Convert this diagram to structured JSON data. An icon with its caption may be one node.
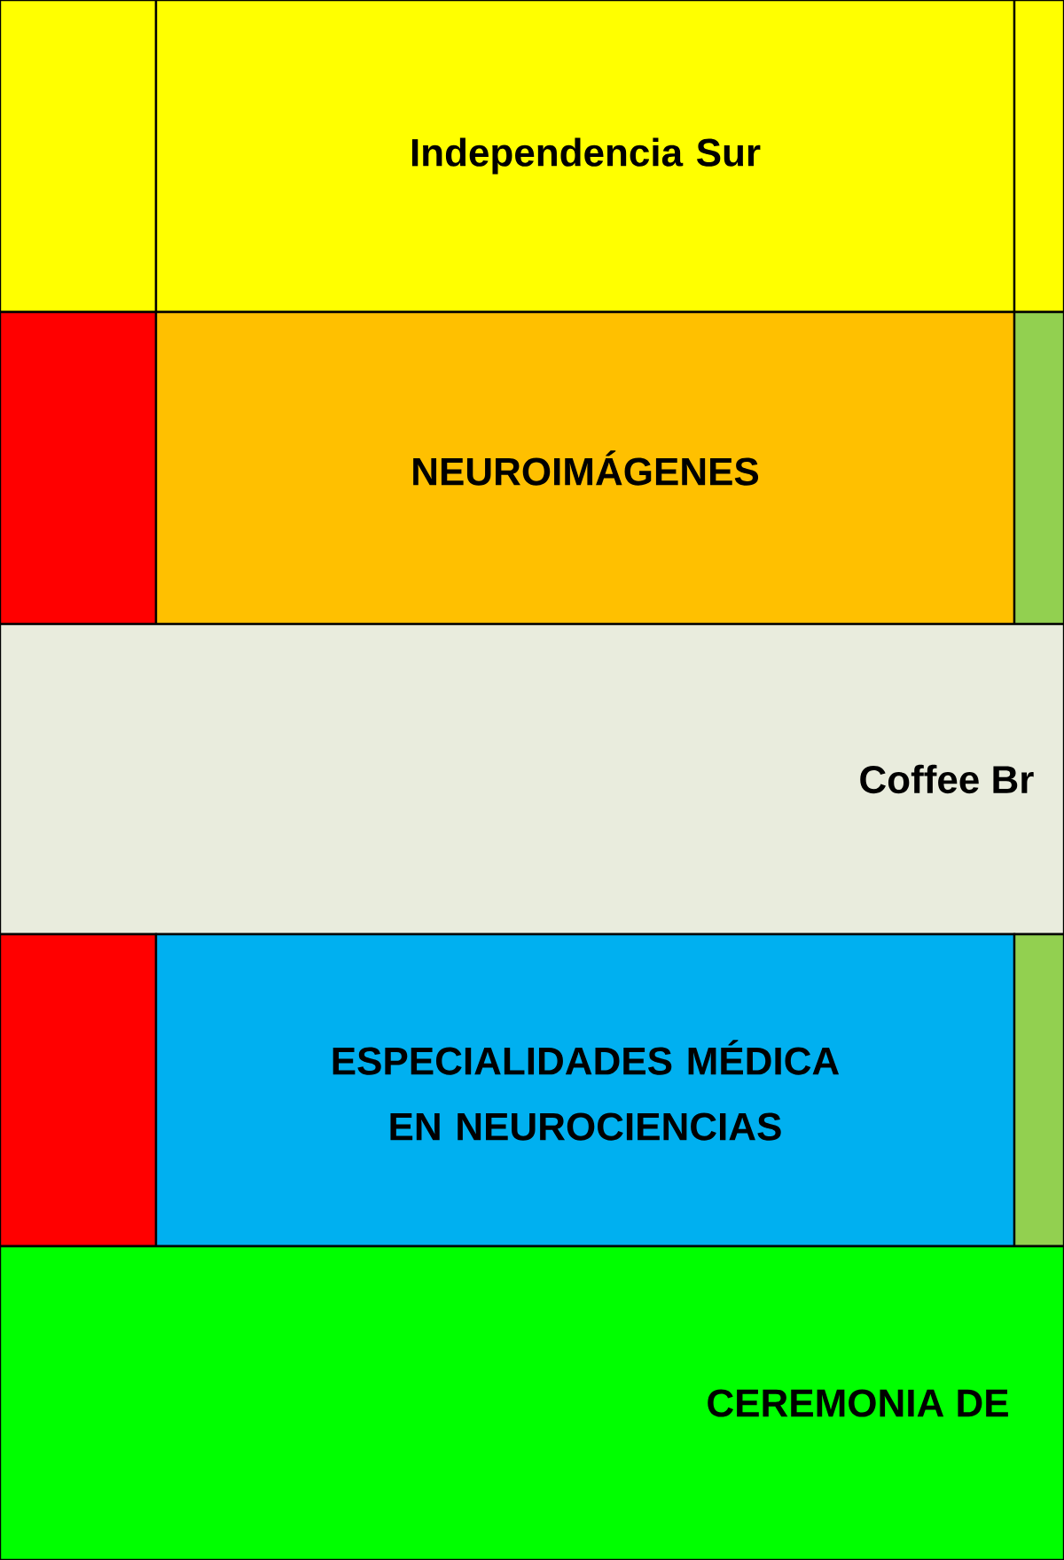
{
  "diagram": {
    "nodes": [
      {
        "text": [],
        "shape": "box"
      },
      {
        "text": [
          "Independencia Sur"
        ]
      },
      {
        "text": [],
        "shape": "box"
      },
      {
        "text": [],
        "shape": "box"
      },
      {
        "text": [
          "NEUROIMÁGENES"
        ]
      },
      {
        "text": [],
        "shape": "box"
      },
      {
        "text": [
          "Coffee Br"
        ]
      },
      {
        "text": [],
        "shape": "box"
      },
      {
        "text": [
          "ESPECIALIDADES MÉDICA EN NEUROCIENCIAS"
        ]
      },
      {
        "text": [],
        "shape": "box"
      },
      {
        "text": [
          "CEREMONIA DE"
        ]
      }
    ]
  }
}
